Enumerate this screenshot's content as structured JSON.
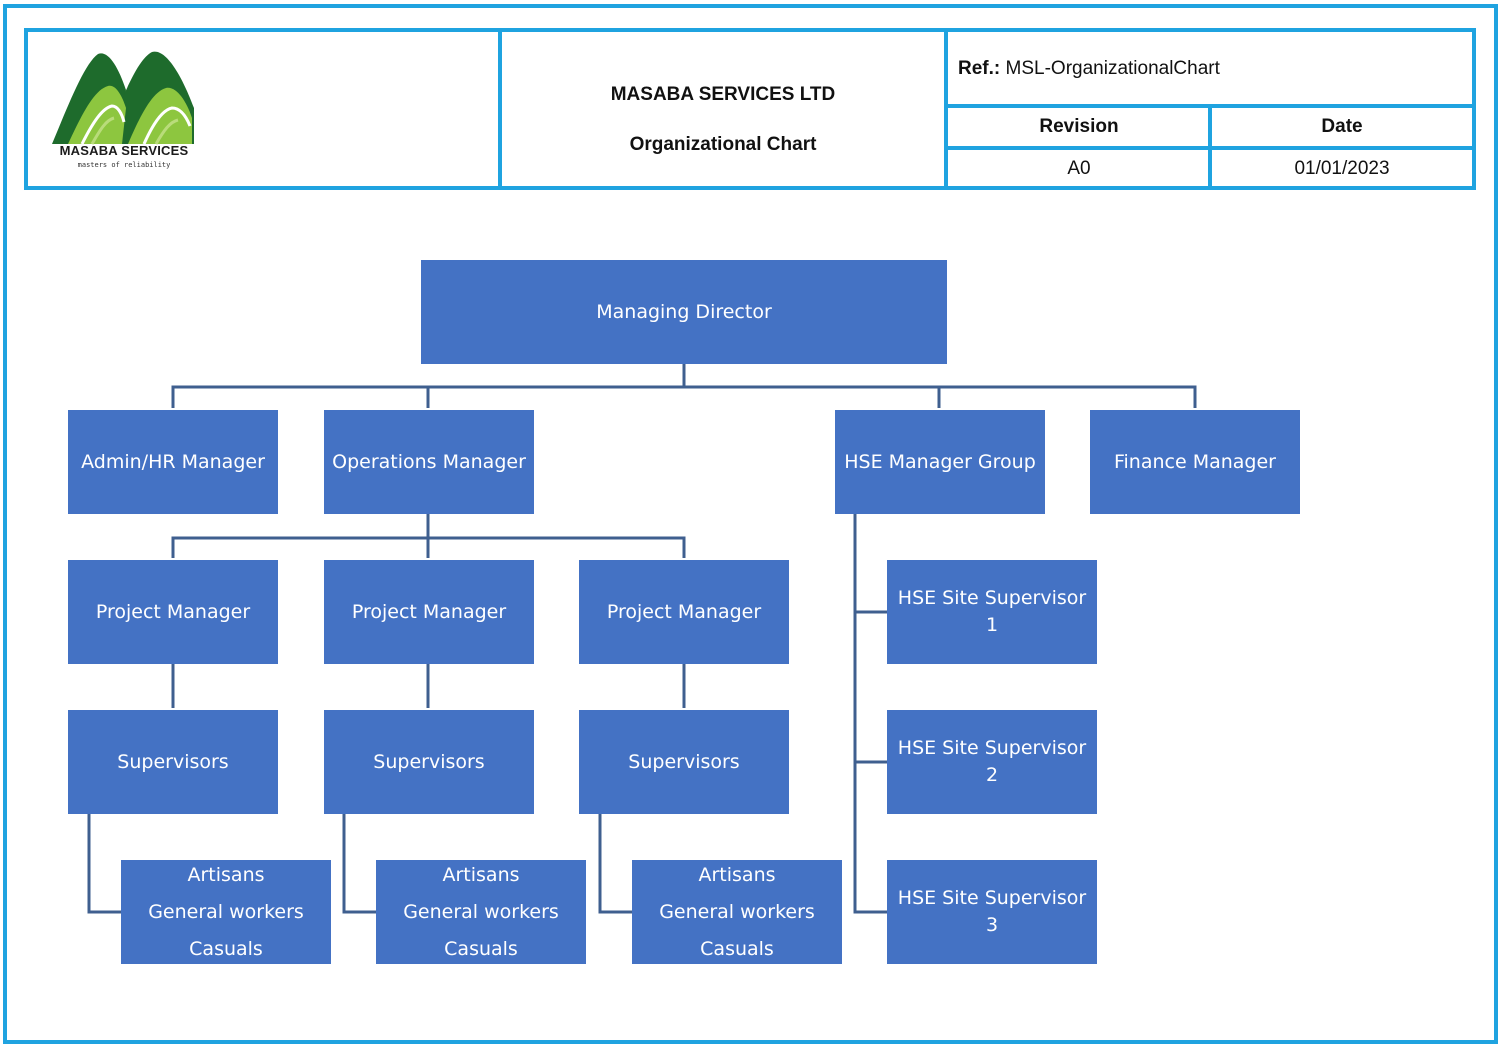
{
  "header": {
    "logo_name": "MASABA SERVICES",
    "logo_tagline": "masters of reliability",
    "company_name": "MASABA SERVICES LTD",
    "document_title": "Organizational Chart",
    "ref_label": "Ref.:",
    "ref_value": "MSL-OrganizationalChart",
    "revision_label": "Revision",
    "date_label": "Date",
    "revision_value": "A0",
    "date_value": "01/01/2023"
  },
  "colors": {
    "frame": "#1fa3e0",
    "box_fill": "#4472c4",
    "connector": "#3f5f8f",
    "logo_dark_green": "#1e6b2c",
    "logo_light_green": "#8dc63f"
  },
  "org": {
    "managing_director": "Managing Director",
    "admin_hr_manager": "Admin/HR Manager",
    "operations_manager": "Operations Manager",
    "hse_manager_group": "HSE Manager Group",
    "finance_manager": "Finance Manager",
    "project_managers": [
      "Project Manager",
      "Project Manager",
      "Project Manager"
    ],
    "supervisors": [
      "Supervisors",
      "Supervisors",
      "Supervisors"
    ],
    "workforce": [
      {
        "line1": "Artisans",
        "line2": "General workers",
        "line3": "Casuals"
      },
      {
        "line1": "Artisans",
        "line2": "General workers",
        "line3": "Casuals"
      },
      {
        "line1": "Artisans",
        "line2": "General workers",
        "line3": "Casuals"
      }
    ],
    "hse_site_supervisors": [
      {
        "line1": "HSE Site Supervisor",
        "line2": "1"
      },
      {
        "line1": "HSE Site Supervisor",
        "line2": "2"
      },
      {
        "line1": "HSE Site Supervisor",
        "line2": "3"
      }
    ]
  }
}
